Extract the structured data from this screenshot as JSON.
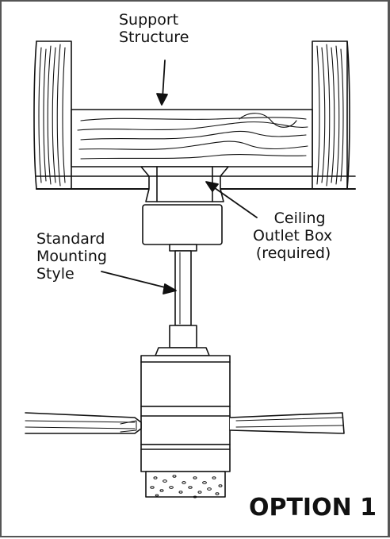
{
  "labels": {
    "support_line1": "Support",
    "support_line2": "Structure",
    "mount_line1": "Standard",
    "mount_line2": "Mounting",
    "mount_line3": "Style",
    "box_line1": "Ceiling",
    "box_line2": "Outlet Box",
    "box_line3": "(required)",
    "option": "OPTION 1"
  },
  "colors": {
    "line": "#111111",
    "fill": "#ffffff"
  }
}
